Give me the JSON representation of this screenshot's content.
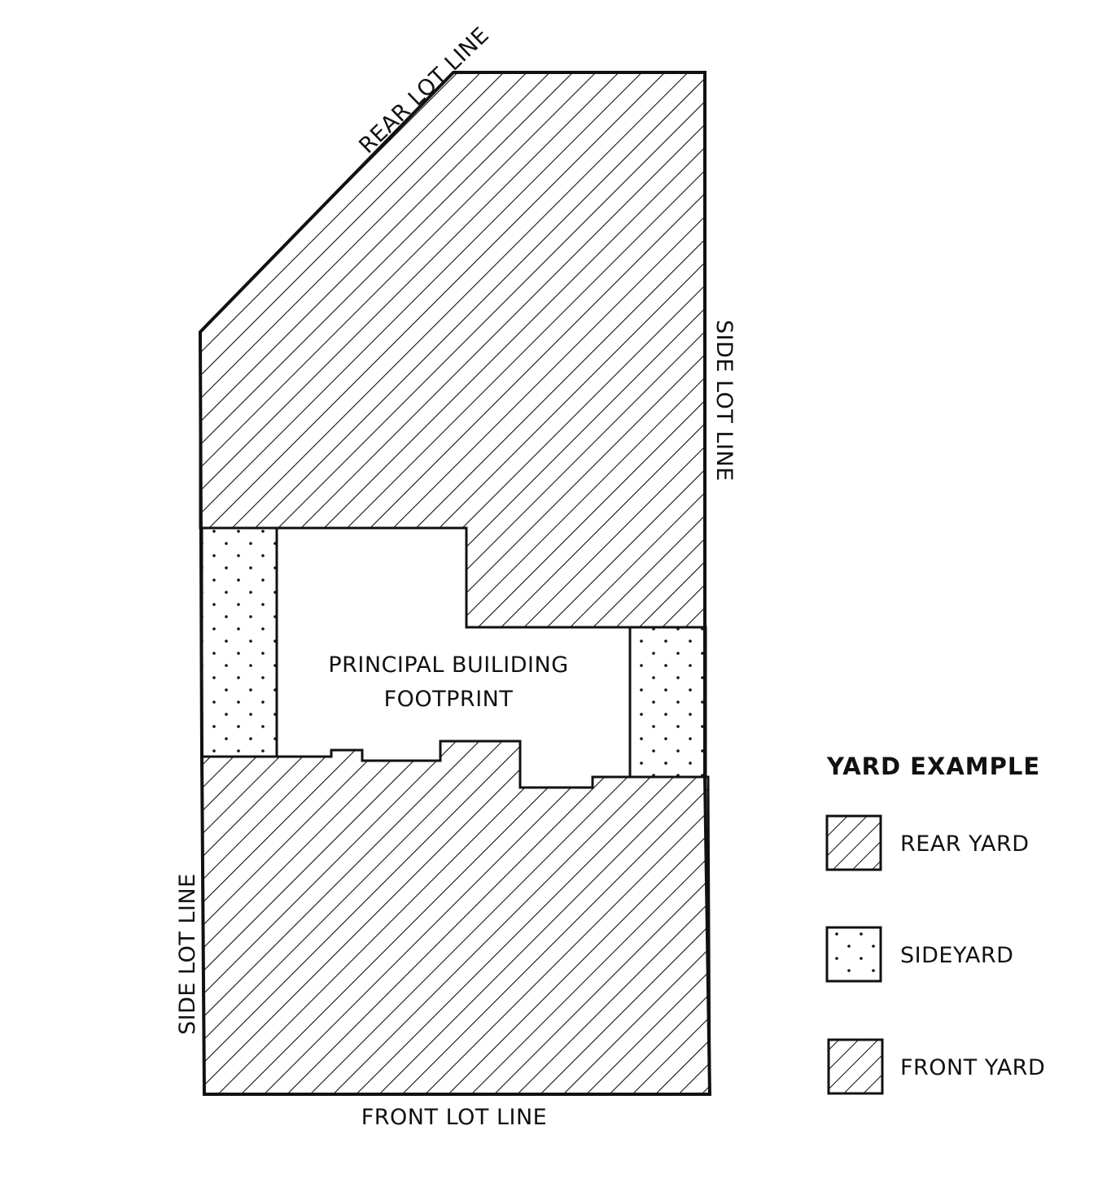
{
  "labels": {
    "rear_lot_line": "REAR LOT LINE",
    "side_lot_line_right": "SIDE LOT LINE",
    "side_lot_line_left": "SIDE LOT LINE",
    "front_lot_line": "FRONT LOT LINE",
    "building_line1": "PRINCIPAL BUILIDING",
    "building_line2": "FOOTPRINT"
  },
  "legend": {
    "title": "YARD EXAMPLE",
    "items": [
      {
        "label": "REAR YARD",
        "pattern": "hatch"
      },
      {
        "label": "SIDEYARD",
        "pattern": "dots"
      },
      {
        "label": "FRONT YARD",
        "pattern": "hatch"
      }
    ]
  },
  "colors": {
    "ink": "#111111",
    "paper": "#ffffff"
  }
}
